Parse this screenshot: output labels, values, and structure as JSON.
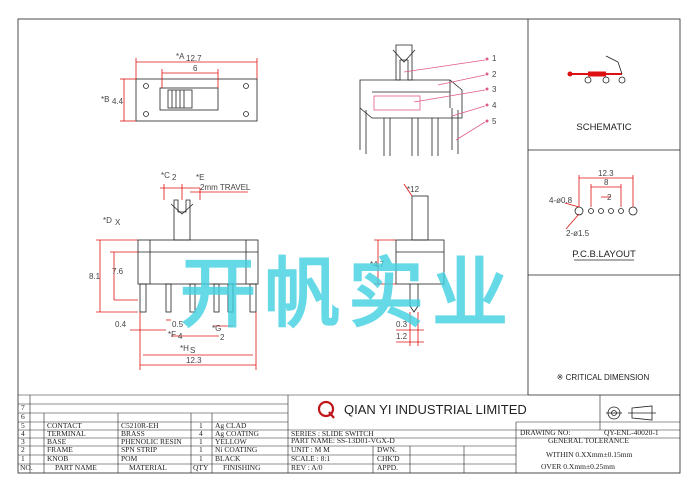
{
  "colors": {
    "line": "#222",
    "dim": "#d11",
    "mark": "#e05a8a",
    "watermark": "#3fd0e0",
    "logo": "#c0141b"
  },
  "top_view": {
    "dim_a": "*A",
    "dim_a_val": "12.7",
    "dim_6": "6",
    "dim_b": "*B",
    "dim_b_val": "4.4"
  },
  "front_view": {
    "dim_c": "*C",
    "dim_c_val": "2",
    "dim_e": "*E",
    "travel": "2mm TRAVEL",
    "dim_d": "*D",
    "dim_d_val": "X",
    "h81": "8.1",
    "h76": "7.6",
    "w04": "0.4",
    "w05": "0.5",
    "dim_f": "*F",
    "dim_f_val": "4",
    "dim_g": "*G",
    "dim_g_val": "2",
    "dim_h": "*H",
    "dim_h_val": "S",
    "w123": "12.3"
  },
  "side_view": {
    "dim_12": "*12",
    "dim_47": "*4.7",
    "w03": "0.3",
    "w12": "1.2"
  },
  "callouts": [
    "1",
    "2",
    "3",
    "4",
    "5"
  ],
  "schematic_title": "SCHEMATIC",
  "pcb": {
    "title": "P.C.B.LAYOUT",
    "d123": "12.3",
    "d8": "8",
    "d2": "2",
    "hole_a": "4-ø0.8",
    "hole_b": "2-ø1.5"
  },
  "critical_note": "※ CRITICAL  DIMENSION",
  "watermark": "开帆实业",
  "company": "QIAN YI INDUSTRIAL LIMITED",
  "bom": {
    "rows": [
      {
        "no": "7",
        "part": "",
        "material": "",
        "qty": "",
        "finish": ""
      },
      {
        "no": "6",
        "part": "",
        "material": "",
        "qty": "",
        "finish": ""
      },
      {
        "no": "5",
        "part": "CONTACT",
        "material": "C5210R-EH",
        "qty": "1",
        "finish": "Ag CLAD"
      },
      {
        "no": "4",
        "part": "TERMINAL",
        "material": "BRASS",
        "qty": "4",
        "finish": "Ag COATING"
      },
      {
        "no": "3",
        "part": "BASE",
        "material": "PHENOLIC RESIN",
        "qty": "1",
        "finish": "YELLOW"
      },
      {
        "no": "2",
        "part": "FRAME",
        "material": "SPN STRIP",
        "qty": "1",
        "finish": "Ni COATING"
      },
      {
        "no": "1",
        "part": "KNOB",
        "material": "POM",
        "qty": "1",
        "finish": "BLACK"
      }
    ],
    "header": {
      "no": "NO.",
      "part": "PART NAME",
      "material": "MATERIAL",
      "qty": "QTY",
      "finish": "FINISHING"
    }
  },
  "titleblock": {
    "series": "SERIES : SLIDE SWITCH",
    "part_name": "PART NAME: SS-13D01-VGX-D",
    "unit": "UNIT : M M",
    "scale": "SCALE : 8:1",
    "rev": "REV  : A/0",
    "dwn": "DWN.",
    "chkd": "CHK'D",
    "appd": "APPD.",
    "drawing_no_label": "DRAWING NO:",
    "drawing_no": "QY-ENL-40020-1",
    "tolerance": "GENERAL TOLERANCE",
    "tol1": "WITHIN 0.XXmm±0.15mm",
    "tol2": "OVER   0.Xmm±0.25mm"
  }
}
